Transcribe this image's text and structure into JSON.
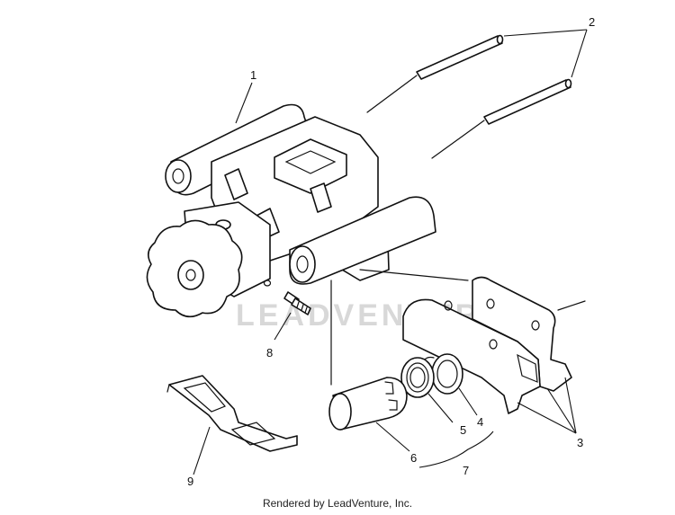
{
  "callouts": {
    "c1": "1",
    "c2": "2",
    "c3": "3",
    "c4": "4",
    "c5": "5",
    "c6": "6",
    "c7": "7",
    "c8": "8",
    "c9": "9"
  },
  "watermark": "LEADVENTURE",
  "footer": "Rendered by LeadVenture, Inc.",
  "colors": {
    "line": "#111111",
    "watermark": "#d8d8d8"
  }
}
